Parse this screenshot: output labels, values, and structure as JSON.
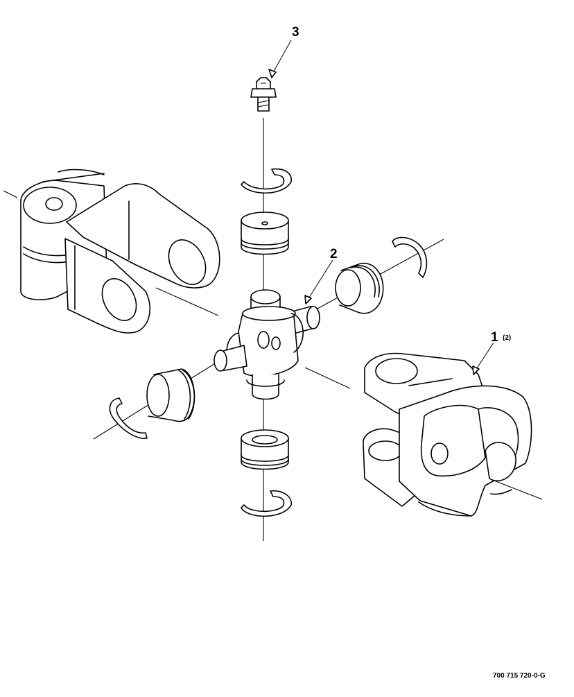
{
  "callouts": [
    {
      "number": "1",
      "qty": "(2)"
    },
    {
      "number": "2",
      "qty": ""
    },
    {
      "number": "3",
      "qty": ""
    }
  ],
  "document_number": "700 715 720-0-G"
}
